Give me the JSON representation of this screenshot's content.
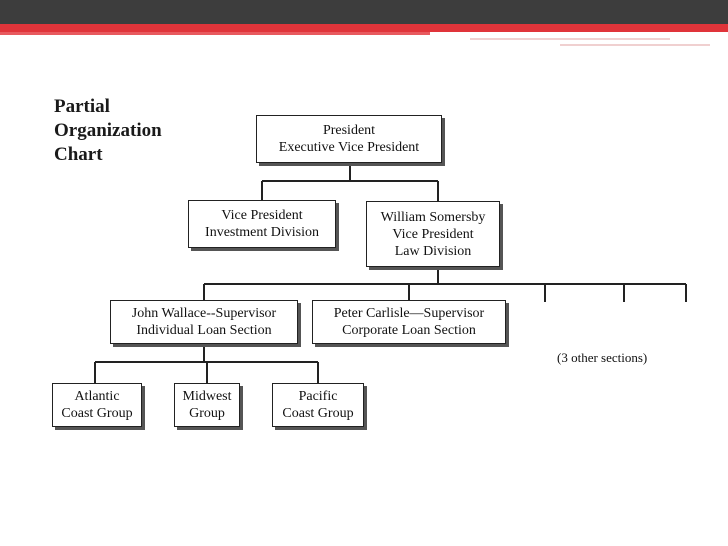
{
  "title": [
    "Partial",
    "Organization",
    "Chart"
  ],
  "nodes": {
    "president": [
      "President",
      "Executive Vice President"
    ],
    "vp_investment": [
      "Vice President",
      "Investment Division"
    ],
    "vp_law": [
      "William Somersby",
      "Vice President",
      "Law Division"
    ],
    "supervisor_individual": [
      "John Wallace--Supervisor",
      "Individual Loan Section"
    ],
    "supervisor_corporate": [
      "Peter Carlisle—Supervisor",
      "Corporate Loan Section"
    ],
    "group_atlantic": [
      "Atlantic",
      "Coast Group"
    ],
    "group_midwest": [
      "Midwest",
      "Group"
    ],
    "group_pacific": [
      "Pacific",
      "Coast Group"
    ]
  },
  "other_sections_note": "(3 other sections)"
}
